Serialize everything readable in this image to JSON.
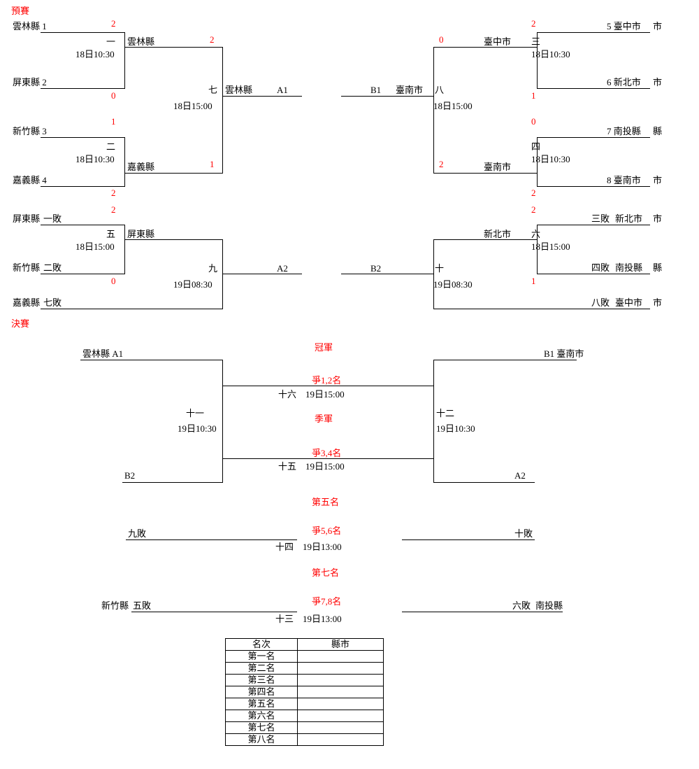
{
  "colors": {
    "accent_red": "#ff0000",
    "line": "#000000",
    "background": "#ffffff"
  },
  "sections": {
    "preliminary": "預賽",
    "finals": "決賽",
    "champion": "冠軍",
    "third_place": "季軍",
    "fifth_place": "第五名",
    "seventh_place": "第七名"
  },
  "prelim_left": {
    "team1": "雲林縣 1",
    "team2": "屏東縣 2",
    "team3": "新竹縣 3",
    "team4": "嘉義縣 4",
    "g1": {
      "no": "一",
      "winner": "雲林縣",
      "time": "18日10:30",
      "score_top": "2",
      "score_bottom": "0"
    },
    "g2": {
      "no": "二",
      "winner": "嘉義縣",
      "time": "18日10:30",
      "score_top": "1",
      "score_bottom": "2"
    },
    "g7": {
      "no": "七",
      "winner": "雲林縣",
      "slot": "A1",
      "time": "18日15:00",
      "score_top": "2",
      "score_bottom": "1"
    }
  },
  "prelim_right": {
    "team5": "5 臺中市",
    "team5_tail": "市",
    "team6": "6 新北市",
    "team6_tail": "市",
    "team7": "7 南投縣",
    "team7_tail": "縣",
    "team8": "8 臺南市",
    "team8_tail": "市",
    "g3": {
      "no": "三",
      "winner": "臺中市",
      "time": "18日10:30",
      "score_top": "2",
      "score_bottom": "1"
    },
    "g4": {
      "no": "四",
      "winner": "臺南市",
      "time": "18日10:30",
      "score_top": "0",
      "score_bottom": "2"
    },
    "g8": {
      "no": "八",
      "winner": "臺南市",
      "slot": "B1",
      "time": "18日15:00",
      "score_top": "0",
      "score_bottom": "2"
    }
  },
  "consol_left": {
    "team_a": "屏東縣",
    "team_a_tag": "一敗",
    "team_b": "新竹縣",
    "team_b_tag": "二敗",
    "team_c": "嘉義縣",
    "team_c_tag": "七敗",
    "g5": {
      "no": "五",
      "winner": "屏東縣",
      "time": "18日15:00",
      "score_top": "2",
      "score_bottom": "0"
    },
    "g9": {
      "no": "九",
      "slot": "A2",
      "time": "19日08:30"
    }
  },
  "consol_right": {
    "team_a_tag": "三敗",
    "team_a": "新北市",
    "team_a_tail": "市",
    "team_b_tag": "四敗",
    "team_b": "南投縣",
    "team_b_tail": "縣",
    "team_c_tag": "八敗",
    "team_c": "臺中市",
    "team_c_tail": "市",
    "g6": {
      "no": "六",
      "winner": "新北市",
      "time": "18日15:00",
      "score_top": "2",
      "score_bottom": "1"
    },
    "g10": {
      "no": "十",
      "slot": "B2",
      "time": "19日08:30"
    }
  },
  "finals": {
    "left_top": "雲林縣 A1",
    "left_bottom": "B2",
    "right_top": "B1 臺南市",
    "right_bottom": "A2",
    "g11": {
      "no": "十一",
      "time": "19日10:30"
    },
    "g12": {
      "no": "十二",
      "time": "19日10:30"
    },
    "g16": {
      "label": "爭1,2名",
      "no": "十六",
      "time": "19日15:00"
    },
    "g15": {
      "label": "爭3,4名",
      "no": "十五",
      "time": "19日15:00"
    },
    "fifth": {
      "left": "九敗",
      "right": "十敗",
      "label": "爭5,6名",
      "no": "十四",
      "time": "19日13:00"
    },
    "seventh": {
      "left_name": "新竹縣",
      "left_tag": "五敗",
      "right_tag": "六敗",
      "right_name": "南投縣",
      "label": "爭7,8名",
      "no": "十三",
      "time": "19日13:00"
    }
  },
  "table": {
    "headers": [
      "名次",
      "縣市"
    ],
    "rows": [
      {
        "rank": "第一名",
        "city": ""
      },
      {
        "rank": "第二名",
        "city": ""
      },
      {
        "rank": "第三名",
        "city": ""
      },
      {
        "rank": "第四名",
        "city": ""
      },
      {
        "rank": "第五名",
        "city": ""
      },
      {
        "rank": "第六名",
        "city": ""
      },
      {
        "rank": "第七名",
        "city": ""
      },
      {
        "rank": "第八名",
        "city": ""
      }
    ]
  }
}
